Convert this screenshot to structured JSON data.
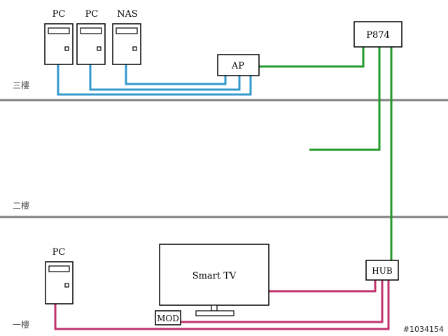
{
  "floors": {
    "third": "三樓",
    "second": "二樓",
    "first": "一樓"
  },
  "devices": {
    "pc_3f_1": "PC",
    "pc_3f_2": "PC",
    "nas": "NAS",
    "ap": "AP",
    "p874": "P874",
    "pc_1f": "PC",
    "smart_tv": "Smart TV",
    "mod": "MOD",
    "hub": "HUB"
  },
  "watermark": "#1034154",
  "colors": {
    "floor_line": "#808080",
    "blue_cable": "#3399cc",
    "green_cable": "#22992a",
    "red_cable": "#c2336e",
    "device_fill": "#ffffff",
    "device_stroke": "#000000"
  }
}
